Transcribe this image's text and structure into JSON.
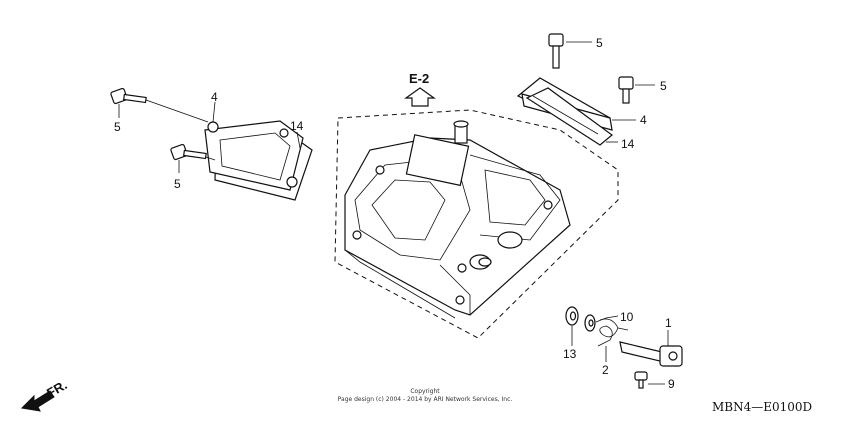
{
  "labels": {
    "view_ref": "E-2",
    "left_bolt_upper": "5",
    "left_bolt_lower": "5",
    "left_cover": "4",
    "left_gasket": "14",
    "right_bolt_upper": "5",
    "right_bolt_lower": "5",
    "right_cover": "4",
    "right_gasket": "14",
    "shaft": "1",
    "washer": "10",
    "spring": "2",
    "oil_seal": "13",
    "bolt_9": "9",
    "front_arrow": "FR.",
    "diagram_code": "MBN4—E0100D",
    "copyright_line1": "Copyright",
    "copyright_line2": "Page design (c) 2004 - 2014 by ARI Network Services, Inc."
  }
}
